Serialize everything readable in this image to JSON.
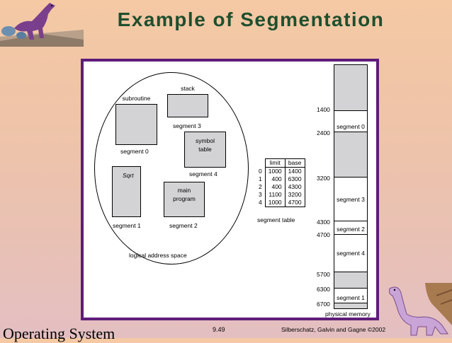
{
  "slide": {
    "title": "Example of Segmentation",
    "footer_left": "Operating System",
    "page_number": "9.49",
    "copyright": "Silberschatz, Galvin and  Gagne ©2002"
  },
  "logical_space": {
    "caption": "logical address space",
    "subroutine": "subroutine",
    "stack": "stack",
    "symbol_table_line1": "symbol",
    "symbol_table_line2": "table",
    "sqrt": "Sqrt",
    "main_program_line1": "main",
    "main_program_line2": "program",
    "segment0": "segment 0",
    "segment1": "segment 1",
    "segment2": "segment 2",
    "segment3": "segment 3",
    "segment4": "segment 4"
  },
  "segment_table": {
    "caption": "segment table",
    "headers": [
      "limit",
      "base"
    ],
    "rows": [
      {
        "index": "0",
        "limit": "1000",
        "base": "1400"
      },
      {
        "index": "1",
        "limit": "400",
        "base": "6300"
      },
      {
        "index": "2",
        "limit": "400",
        "base": "4300"
      },
      {
        "index": "3",
        "limit": "1100",
        "base": "3200"
      },
      {
        "index": "4",
        "limit": "1000",
        "base": "4700"
      }
    ]
  },
  "physical_memory": {
    "caption": "physical memory",
    "addresses": [
      "1400",
      "2400",
      "3200",
      "4300",
      "4700",
      "5700",
      "6300",
      "6700"
    ],
    "segments": [
      "segment 0",
      "segment 3",
      "segment 2",
      "segment 4",
      "segment 1"
    ]
  },
  "colors": {
    "title": "#1f4f2e",
    "frame": "#5e1d79",
    "block_fill": "#d3d3d6"
  }
}
